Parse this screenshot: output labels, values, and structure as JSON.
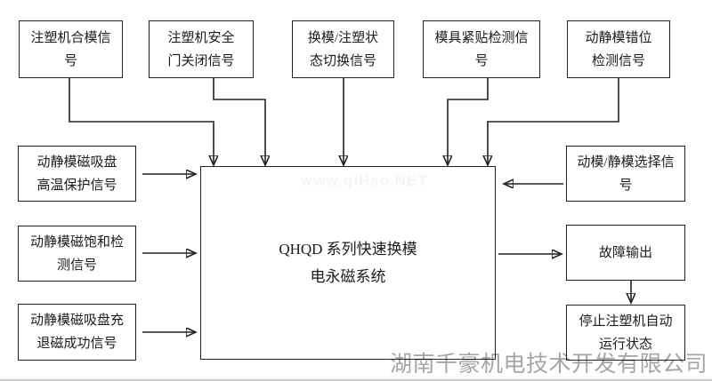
{
  "center_box": {
    "label": "QHQD 系列快速换模\n电永磁系统"
  },
  "top_boxes": [
    {
      "label": "注塑机合模信\n号"
    },
    {
      "label": "注塑机安全\n门关闭信号"
    },
    {
      "label": "换模/注塑状\n态切换信号"
    },
    {
      "label": "模具紧贴检测信\n号"
    },
    {
      "label": "动静模错位\n检测信号"
    }
  ],
  "left_boxes": [
    {
      "label": "动静模磁吸盘\n高温保护信号"
    },
    {
      "label": "动静模磁饱和检\n测信号"
    },
    {
      "label": "动静模磁吸盘充\n退磁成功信号"
    }
  ],
  "right_boxes": [
    {
      "label": "动模/静模选择信\n号"
    },
    {
      "label": "故障输出"
    },
    {
      "label": "停止注塑机自动\n运行状态"
    }
  ],
  "watermarks": {
    "site": "www.qiHao.NET",
    "company": "湖南千豪机电技术开发有限公司"
  },
  "colors": {
    "line": "#222222",
    "box_border": "#222222",
    "company_watermark": "#8c8c8c",
    "background": "#ffffff"
  }
}
